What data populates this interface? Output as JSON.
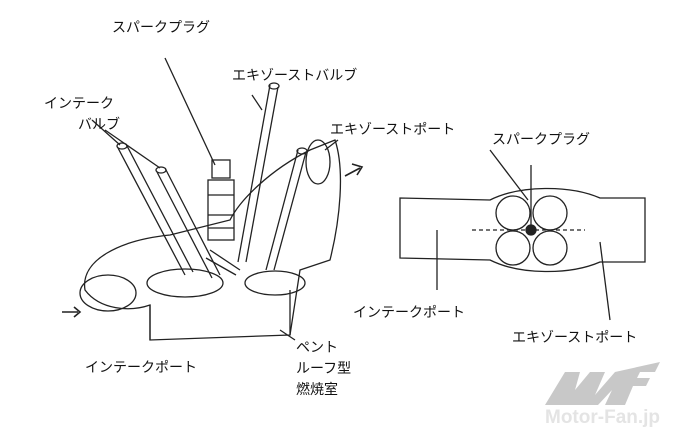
{
  "labels": {
    "spark_plug_left": "スパークプラグ",
    "exhaust_valve": "エキゾーストバルブ",
    "intake_valve_line1": "インテーク",
    "intake_valve_line2": "バルブ",
    "exhaust_port_left": "エキゾーストポート",
    "spark_plug_right": "スパークプラグ",
    "intake_port_right": "インテークポート",
    "exhaust_port_right": "エキゾーストポート",
    "intake_port_left": "インテークポート",
    "chamber_line1": "ペント",
    "chamber_line2": "ルーフ型",
    "chamber_line3": "燃焼室"
  },
  "logo": {
    "text": "Motor-Fan.jp",
    "color": "#c8c8c8"
  }
}
